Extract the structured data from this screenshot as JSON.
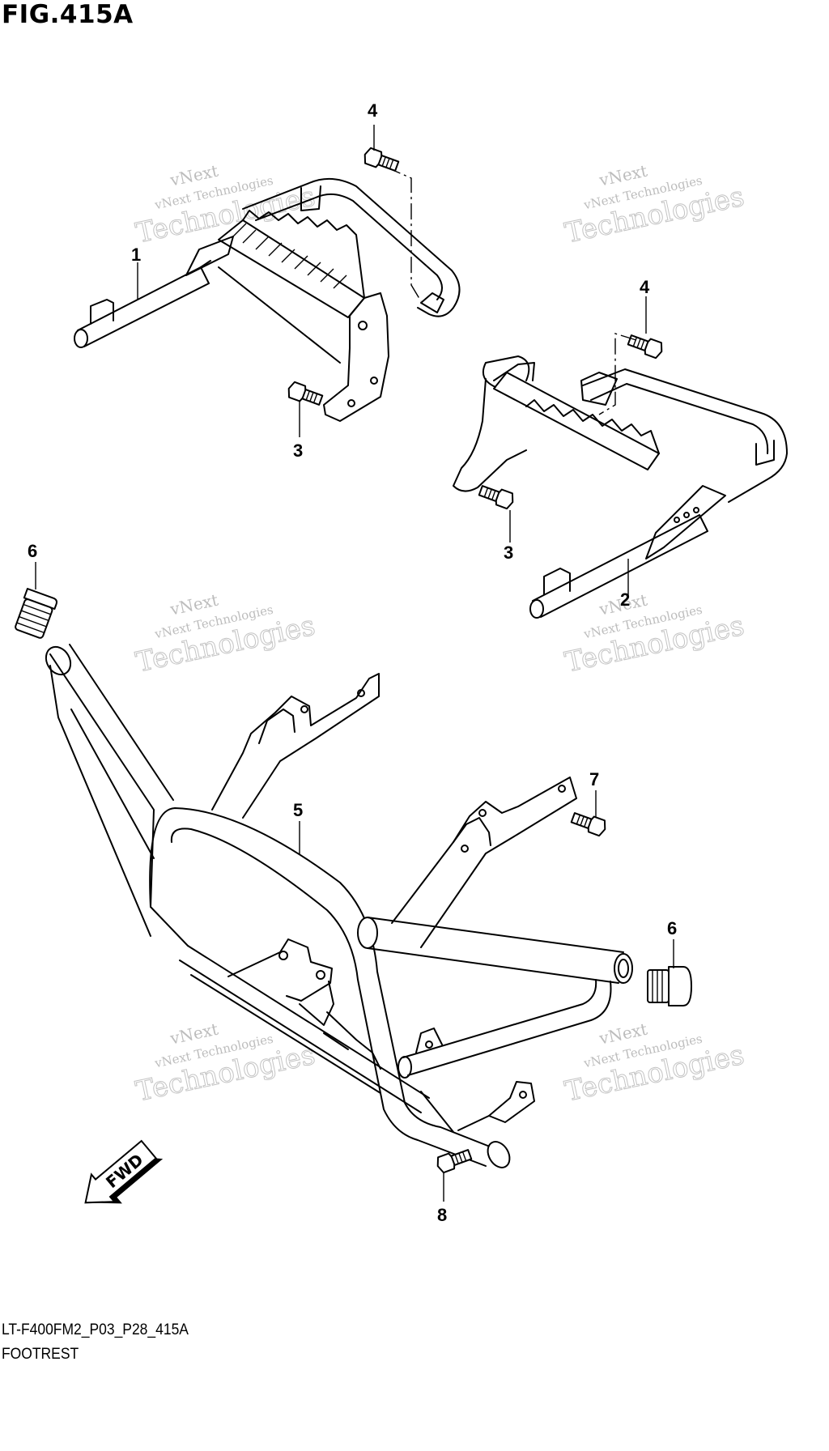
{
  "figure": {
    "title": "FIG.415A",
    "code": "LT-F400FM2_P03_P28_415A",
    "name": "FOOTREST"
  },
  "callouts": [
    "1",
    "2",
    "3",
    "3",
    "4",
    "4",
    "5",
    "6",
    "6",
    "7",
    "8"
  ],
  "direction_label": "FWD",
  "watermark": {
    "line1": "vNext",
    "line2": "vNext Technologies",
    "line3": "Technologies"
  }
}
